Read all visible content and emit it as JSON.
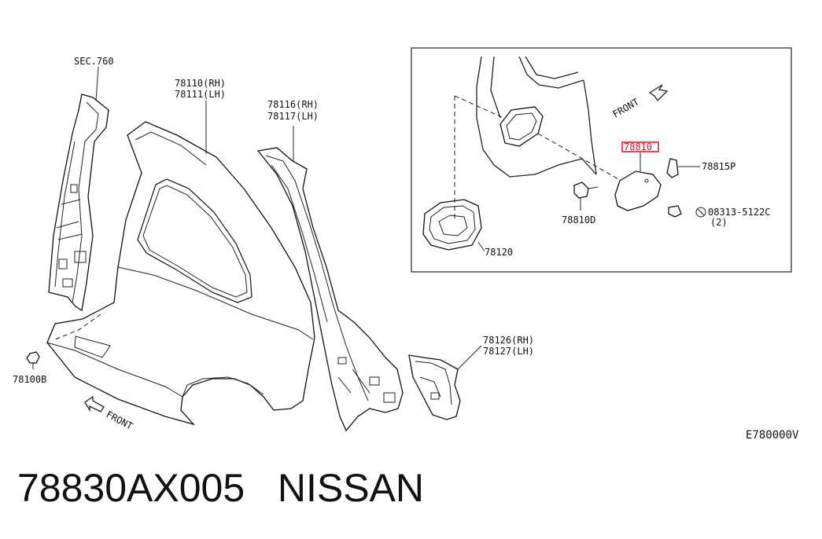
{
  "labels": {
    "sec760": "SEC.760",
    "p78110": "78110(RH)",
    "p78111": "78111(LH)",
    "p78116": "78116(RH)",
    "p78117": "78117(LH)",
    "p78100b": "78100B",
    "front_main": "FRONT",
    "p78126": "78126(RH)",
    "p78127": "78127(LH)",
    "front_inset": "FRONT",
    "p78810": "78810",
    "p78815p": "78815P",
    "p78810d": "78810D",
    "p08313": "08313-5122C",
    "p08313_qty": "(2)",
    "p78120": "78120",
    "diagram_code": "E780000V"
  },
  "highlight_color": "#e0101a",
  "caption": {
    "part_number": "78830AX005",
    "brand": "NISSAN"
  }
}
